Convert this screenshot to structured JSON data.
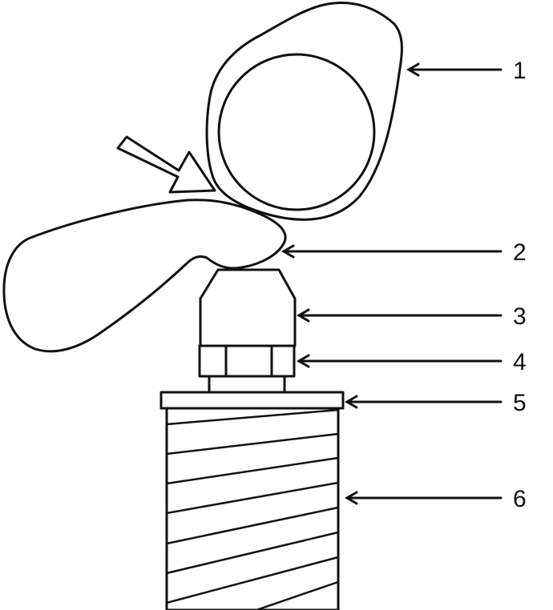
{
  "figure": {
    "labels": [
      "1",
      "2",
      "3",
      "4",
      "5",
      "6"
    ]
  },
  "colors": {
    "stroke": "#111111",
    "fill": "#ffffff",
    "background": "#ffffff"
  }
}
